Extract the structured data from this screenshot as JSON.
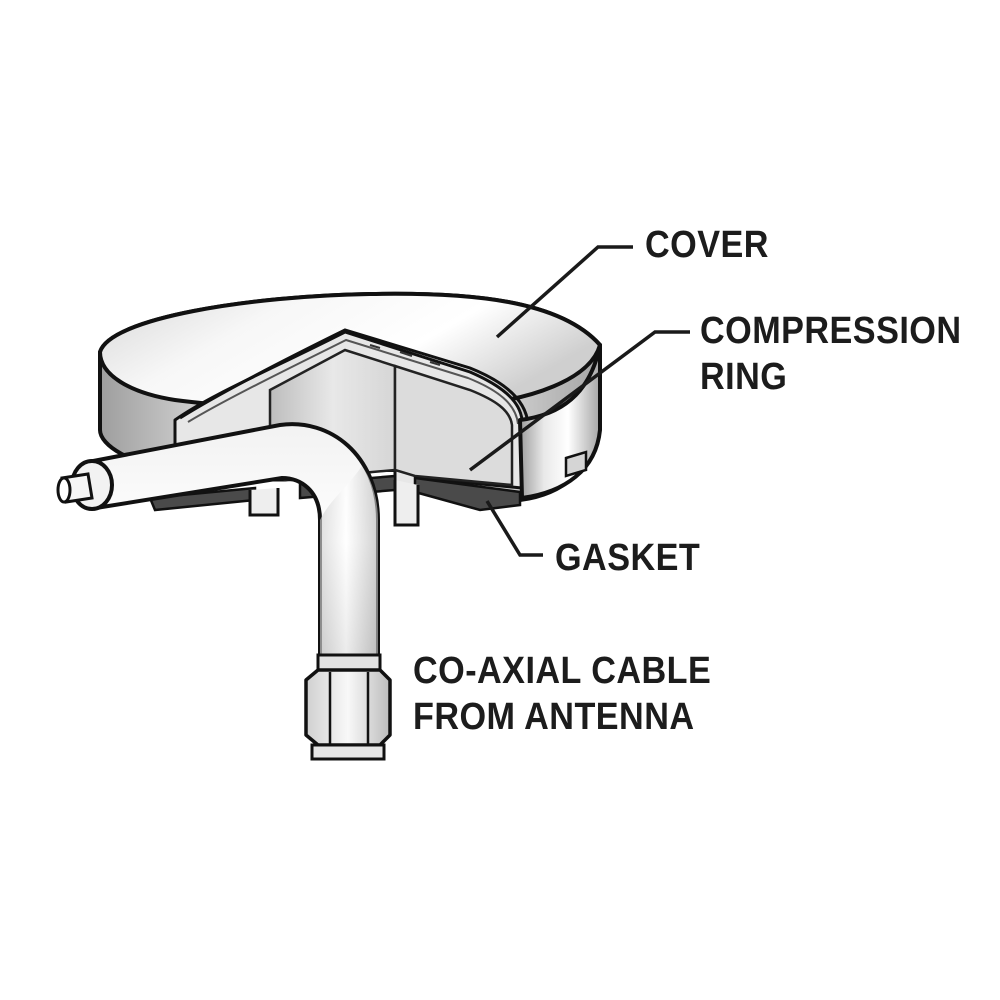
{
  "labels": {
    "cover": "COVER",
    "compression_ring": [
      "COMPRESSION",
      "RING"
    ],
    "gasket": "GASKET",
    "coaxial_cable": [
      "CO-AXIAL CABLE",
      "FROM ANTENNA"
    ]
  },
  "colors": {
    "outline": "#111111",
    "label_text": "#1c1c1c",
    "leader_line": "#1a1a1a",
    "cover_light": "#f4f4f4",
    "cover_shade": "#b9b9b9",
    "interior": "#e4e4e4",
    "gasket": "#4a4a4a",
    "cable_light": "#f7f7f7",
    "cable_shade": "#c9c9c9"
  },
  "icons": {
    "main_figure": "antenna-mount-cutaway-illustration"
  }
}
